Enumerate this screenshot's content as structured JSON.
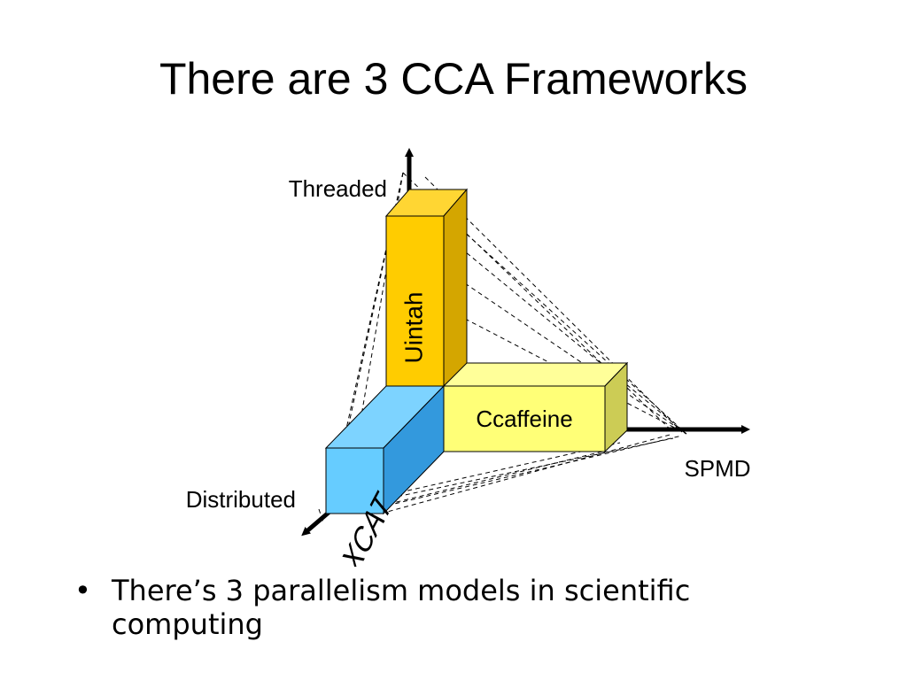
{
  "slide": {
    "title": "There are 3 CCA Frameworks"
  },
  "diagram": {
    "axes": {
      "threaded": "Threaded",
      "spmd": "SPMD",
      "distributed": "Distributed"
    },
    "frameworks": {
      "uintah": "Uintah",
      "ccaffeine": "Ccaffeine",
      "xcat": "XCAT"
    },
    "colors": {
      "uintah_front": "#FFCC00",
      "uintah_top": "#FFD633",
      "uintah_side": "#D4A600",
      "ccaffeine_front": "#FFFF77",
      "ccaffeine_top": "#FFFF99",
      "ccaffeine_side": "#CCCC55",
      "xcat_front": "#66CCFF",
      "xcat_top": "#7DD3FF",
      "xcat_side": "#3399DD"
    }
  },
  "bullets": [
    {
      "marker": "•",
      "text": "There’s 3 parallelism models in scientific computing"
    }
  ]
}
